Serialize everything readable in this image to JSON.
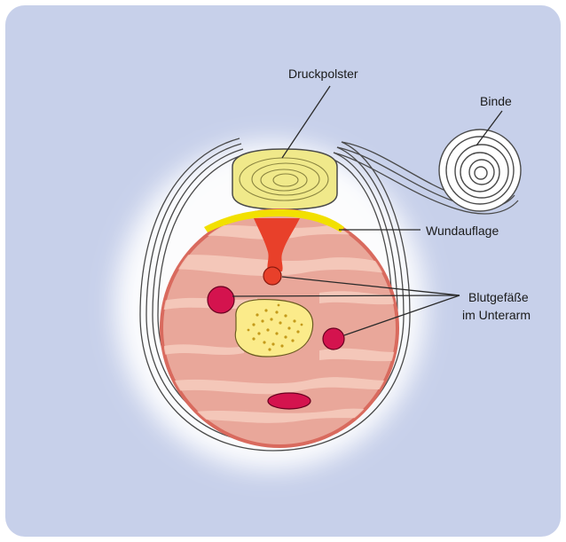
{
  "labels": {
    "pressure_pad": "Druckpolster",
    "bandage": "Binde",
    "wound_dressing": "Wundauflage",
    "blood_vessels_line1": "Blutgefäße",
    "blood_vessels_line2": "im Unterarm"
  },
  "colors": {
    "background": "#c7d0ea",
    "glow": "#ffffff",
    "skin_rim": "#d96a5e",
    "tissue": "#e9a79a",
    "muscle_streak": "#f6cdbf",
    "wound": "#e8402a",
    "dressing": "#f2e000",
    "pad": "#f0e98a",
    "vessel": "#d4134e",
    "bone": "#fbeb8a",
    "bandage_line": "#4a4a4a"
  },
  "icons": [
    "pressure-pad-spiral",
    "bandage-roll-spiral",
    "bone-marrow-dots"
  ]
}
